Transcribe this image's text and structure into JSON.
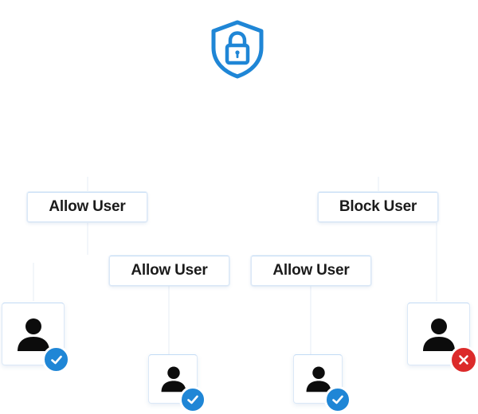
{
  "diagram": {
    "root_icon": "shield-lock-icon",
    "nodes": [
      {
        "id": "allow-1",
        "label": "Allow User"
      },
      {
        "id": "block-1",
        "label": "Block User"
      },
      {
        "id": "allow-2",
        "label": "Allow User"
      },
      {
        "id": "allow-3",
        "label": "Allow User"
      }
    ],
    "users": [
      {
        "icon": "user-icon",
        "status": "allowed",
        "badge_icon": "check-icon"
      },
      {
        "icon": "user-icon",
        "status": "allowed",
        "badge_icon": "check-icon"
      },
      {
        "icon": "user-icon",
        "status": "allowed",
        "badge_icon": "check-icon"
      },
      {
        "icon": "user-icon",
        "status": "blocked",
        "badge_icon": "close-icon"
      }
    ]
  },
  "colors": {
    "accent": "#1f86d6",
    "allowed": "#1f86d6",
    "blocked": "#dc2a2a",
    "card_border": "#dbe8f7",
    "text": "#1b1b1b"
  }
}
